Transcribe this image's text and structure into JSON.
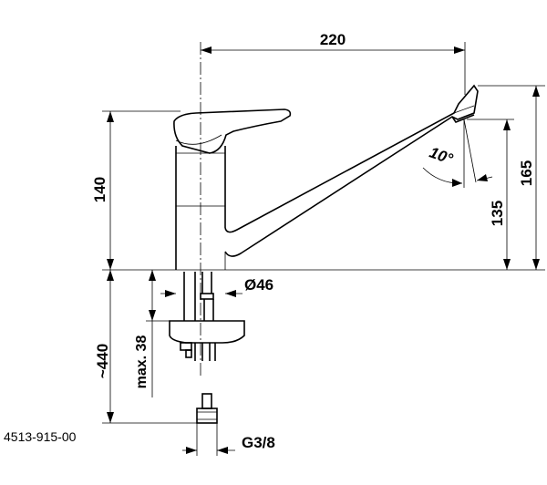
{
  "drawing_number": "4513-915-00",
  "dimensions": {
    "spout_reach": "220",
    "lever_height": "140",
    "total_height": "165",
    "spout_height": "135",
    "spout_angle": "10°",
    "base_diameter": "Ø46",
    "below_counter": "~440",
    "max_thickness": "max. 38",
    "connection_thread": "G3/8"
  }
}
